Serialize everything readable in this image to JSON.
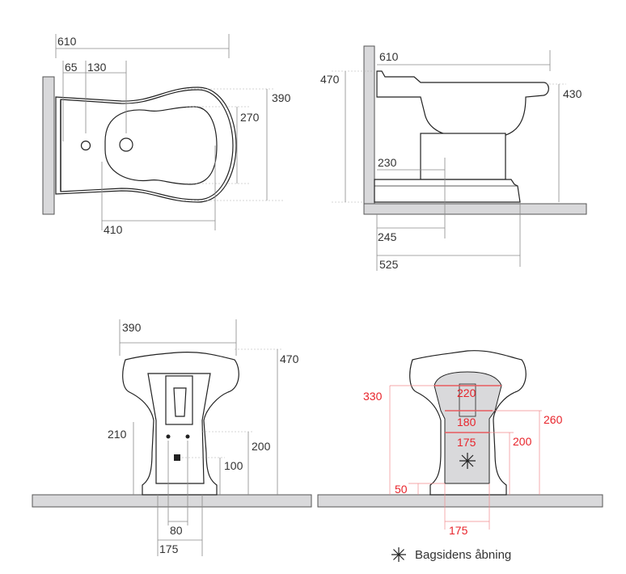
{
  "top_view": {
    "d_610": "610",
    "d_65": "65",
    "d_130": "130",
    "d_390": "390",
    "d_270": "270",
    "d_410": "410"
  },
  "side_view": {
    "d_610": "610",
    "d_470": "470",
    "d_430": "430",
    "d_230": "230",
    "d_245": "245",
    "d_525": "525"
  },
  "front_view": {
    "d_390": "390",
    "d_470": "470",
    "d_210": "210",
    "d_200": "200",
    "d_100": "100",
    "d_80": "80",
    "d_175": "175"
  },
  "back_view": {
    "d_330": "330",
    "d_220": "220",
    "d_180": "180",
    "d_175": "175",
    "d_260": "260",
    "d_200": "200",
    "d_50": "50",
    "d_175_bottom": "175",
    "accent_color": "#e8232a"
  },
  "legend": {
    "icon": "asterisk-icon",
    "label": "Bagsidens åbning"
  }
}
